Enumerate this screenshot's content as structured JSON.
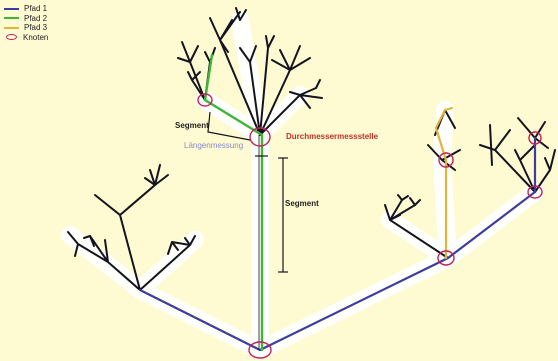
{
  "legend": {
    "items": [
      {
        "label": "Pfad 1",
        "color": "#3b3e9c",
        "kind": "line"
      },
      {
        "label": "Pfad 2",
        "color": "#3db53a",
        "kind": "line"
      },
      {
        "label": "Pfad 3",
        "color": "#e2b53a",
        "kind": "line"
      },
      {
        "label": "Knoten",
        "color": "#c0205a",
        "kind": "ring"
      }
    ]
  },
  "annotations": {
    "segment_upper": "Segment",
    "laengenmessung": "Längenmessung",
    "durchmesser": "Durchmessermessstelle",
    "segment_lower": "Segment"
  },
  "colors": {
    "background": "#fefbd2",
    "branch": "#141420",
    "pfad1": "#3b3e9c",
    "pfad2": "#3db53a",
    "pfad3": "#e2b53a",
    "knoten": "#c0205a",
    "durchmesser_label": "#c0302a",
    "laengenmessung_label": "#8a8ad0"
  }
}
